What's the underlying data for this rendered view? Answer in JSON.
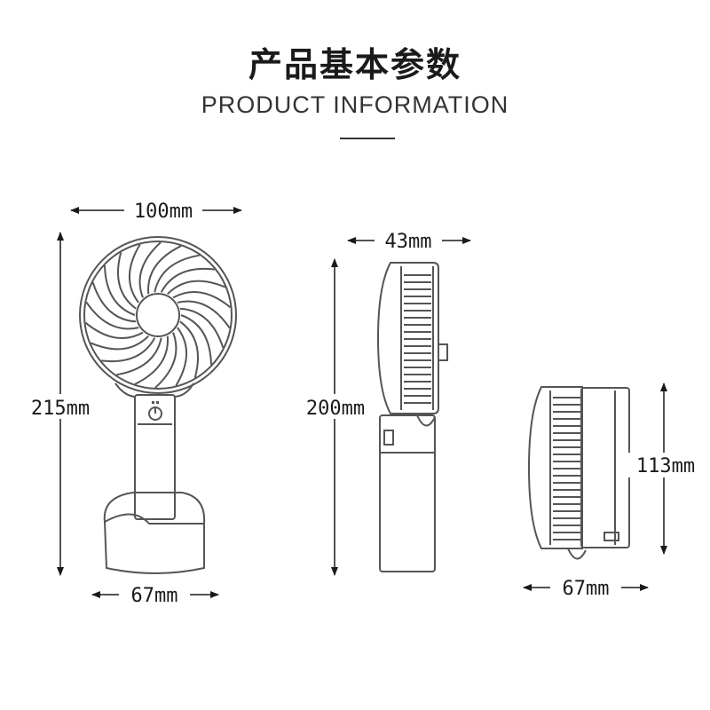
{
  "header": {
    "title_cn": "产品基本参数",
    "title_en": "PRODUCT INFORMATION"
  },
  "front_view": {
    "width_label": "100mm",
    "height_label": "215mm",
    "base_label": "67mm"
  },
  "side_view": {
    "depth_label": "43mm",
    "height_label": "200mm"
  },
  "folded_view": {
    "height_label": "113mm",
    "width_label": "67mm"
  },
  "colors": {
    "line": "#555555",
    "text": "#1a1a1a"
  }
}
